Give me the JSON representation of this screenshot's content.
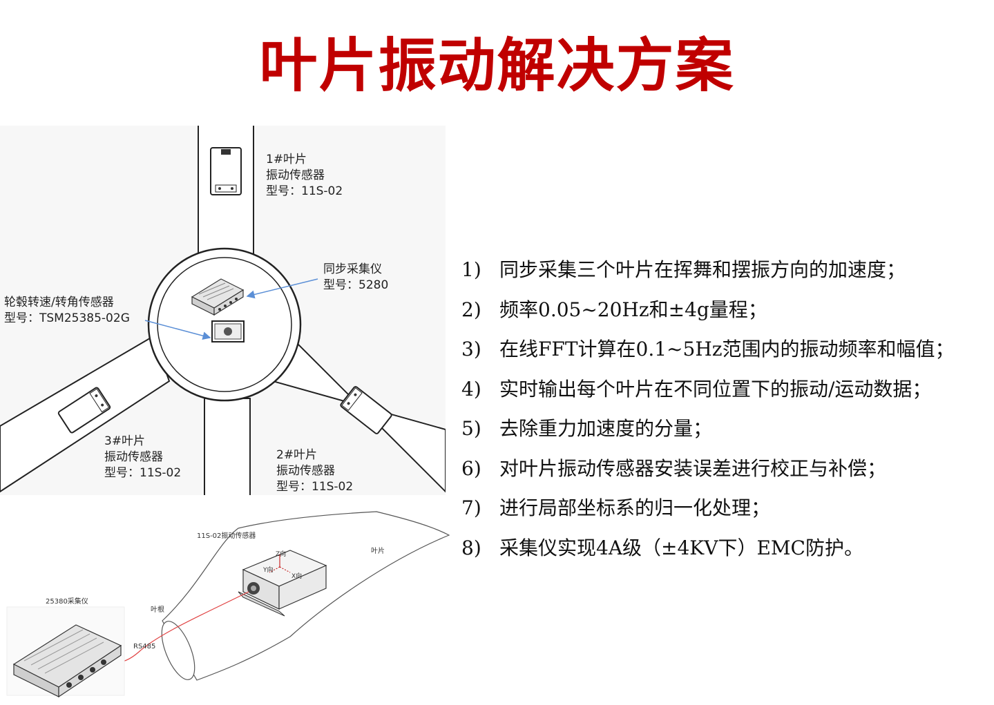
{
  "title": "叶片振动解决方案",
  "top_diagram": {
    "blade1": {
      "line1": "1#叶片",
      "line2": "振动传感器",
      "line3": "型号：11S-02"
    },
    "collector": {
      "line1": "同步采集仪",
      "line2": "型号：5280"
    },
    "hub_sensor": {
      "line1": "轮毂转速/转角传感器",
      "line2": "型号：TSM25385-02G"
    },
    "blade3": {
      "line1": "3#叶片",
      "line2": "振动传感器",
      "line3": "型号：11S-02"
    },
    "blade2": {
      "line1": "2#叶片",
      "line2": "振动传感器",
      "line3": "型号：11S-02"
    }
  },
  "bottom_diagram": {
    "sensor_label": "11S-02振动传感器",
    "blade_label": "叶片",
    "root_label": "叶根",
    "collector_label": "25380采集仪",
    "bus_label": "RS485",
    "z_axis": "Z向",
    "y_axis": "Y向",
    "x_axis": "X向"
  },
  "features": [
    {
      "num": "1)",
      "text": "同步采集三个叶片在挥舞和摆振方向的加速度；"
    },
    {
      "num": "2)",
      "text": "频率0.05~20Hz和±4g量程；"
    },
    {
      "num": "3)",
      "text": "在线FFT计算在0.1~5Hz范围内的振动频率和幅值；"
    },
    {
      "num": "4)",
      "text": "实时输出每个叶片在不同位置下的振动/运动数据；"
    },
    {
      "num": "5)",
      "text": "去除重力加速度的分量；"
    },
    {
      "num": "6)",
      "text": "对叶片振动传感器安装误差进行校正与补偿；"
    },
    {
      "num": "7)",
      "text": "进行局部坐标系的归一化处理；"
    },
    {
      "num": "8)",
      "text": "采集仪实现4A级（±4KV下）EMC防护。"
    }
  ],
  "colors": {
    "title": "#c00000",
    "arrow": "#5b8fd6",
    "cable": "#e04040"
  }
}
